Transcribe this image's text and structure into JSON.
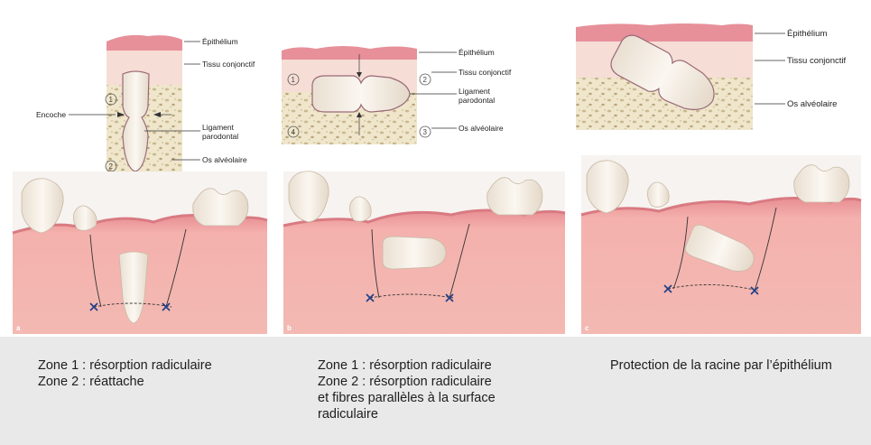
{
  "panel_a": {
    "labels": {
      "epithelium": "Épithélium",
      "tissu_conjonctif": "Tissu conjonctif",
      "encoche": "Encoche",
      "ligament_line1": "Ligament",
      "ligament_line2": "parodontal",
      "os_alveolaire": "Os alvéolaire"
    },
    "zones": [
      "1",
      "2"
    ],
    "letter": "a"
  },
  "panel_b": {
    "labels": {
      "epithelium": "Épithélium",
      "tissu_conjonctif": "Tissu conjonctif",
      "ligament_line1": "Ligament",
      "ligament_line2": "parodontal",
      "os_alveolaire": "Os alvéolaire"
    },
    "zones": [
      "1",
      "2",
      "3",
      "4"
    ],
    "letter": "b"
  },
  "panel_c": {
    "labels": {
      "epithelium": "Épithélium",
      "tissu_conjonctif": "Tissu conjonctif",
      "os_alveolaire": "Os alvéolaire"
    },
    "letter": "c"
  },
  "captions": {
    "a": [
      "Zone 1 : résorption radiculaire",
      "Zone 2 : réattache"
    ],
    "b": [
      "Zone 1 : résorption radiculaire",
      "Zone 2 : résorption radiculaire",
      "et fibres parallèles à la surface",
      "radiculaire"
    ],
    "c": [
      "Protection de la racine par l’épithélium"
    ]
  },
  "colors": {
    "epithelium": "#e58d95",
    "connective": "#f6dad3",
    "bone": "#ece2c6",
    "gum": "#f1a9a6",
    "tooth": "#f7f1e8",
    "caption_band": "#e9e9e9"
  }
}
